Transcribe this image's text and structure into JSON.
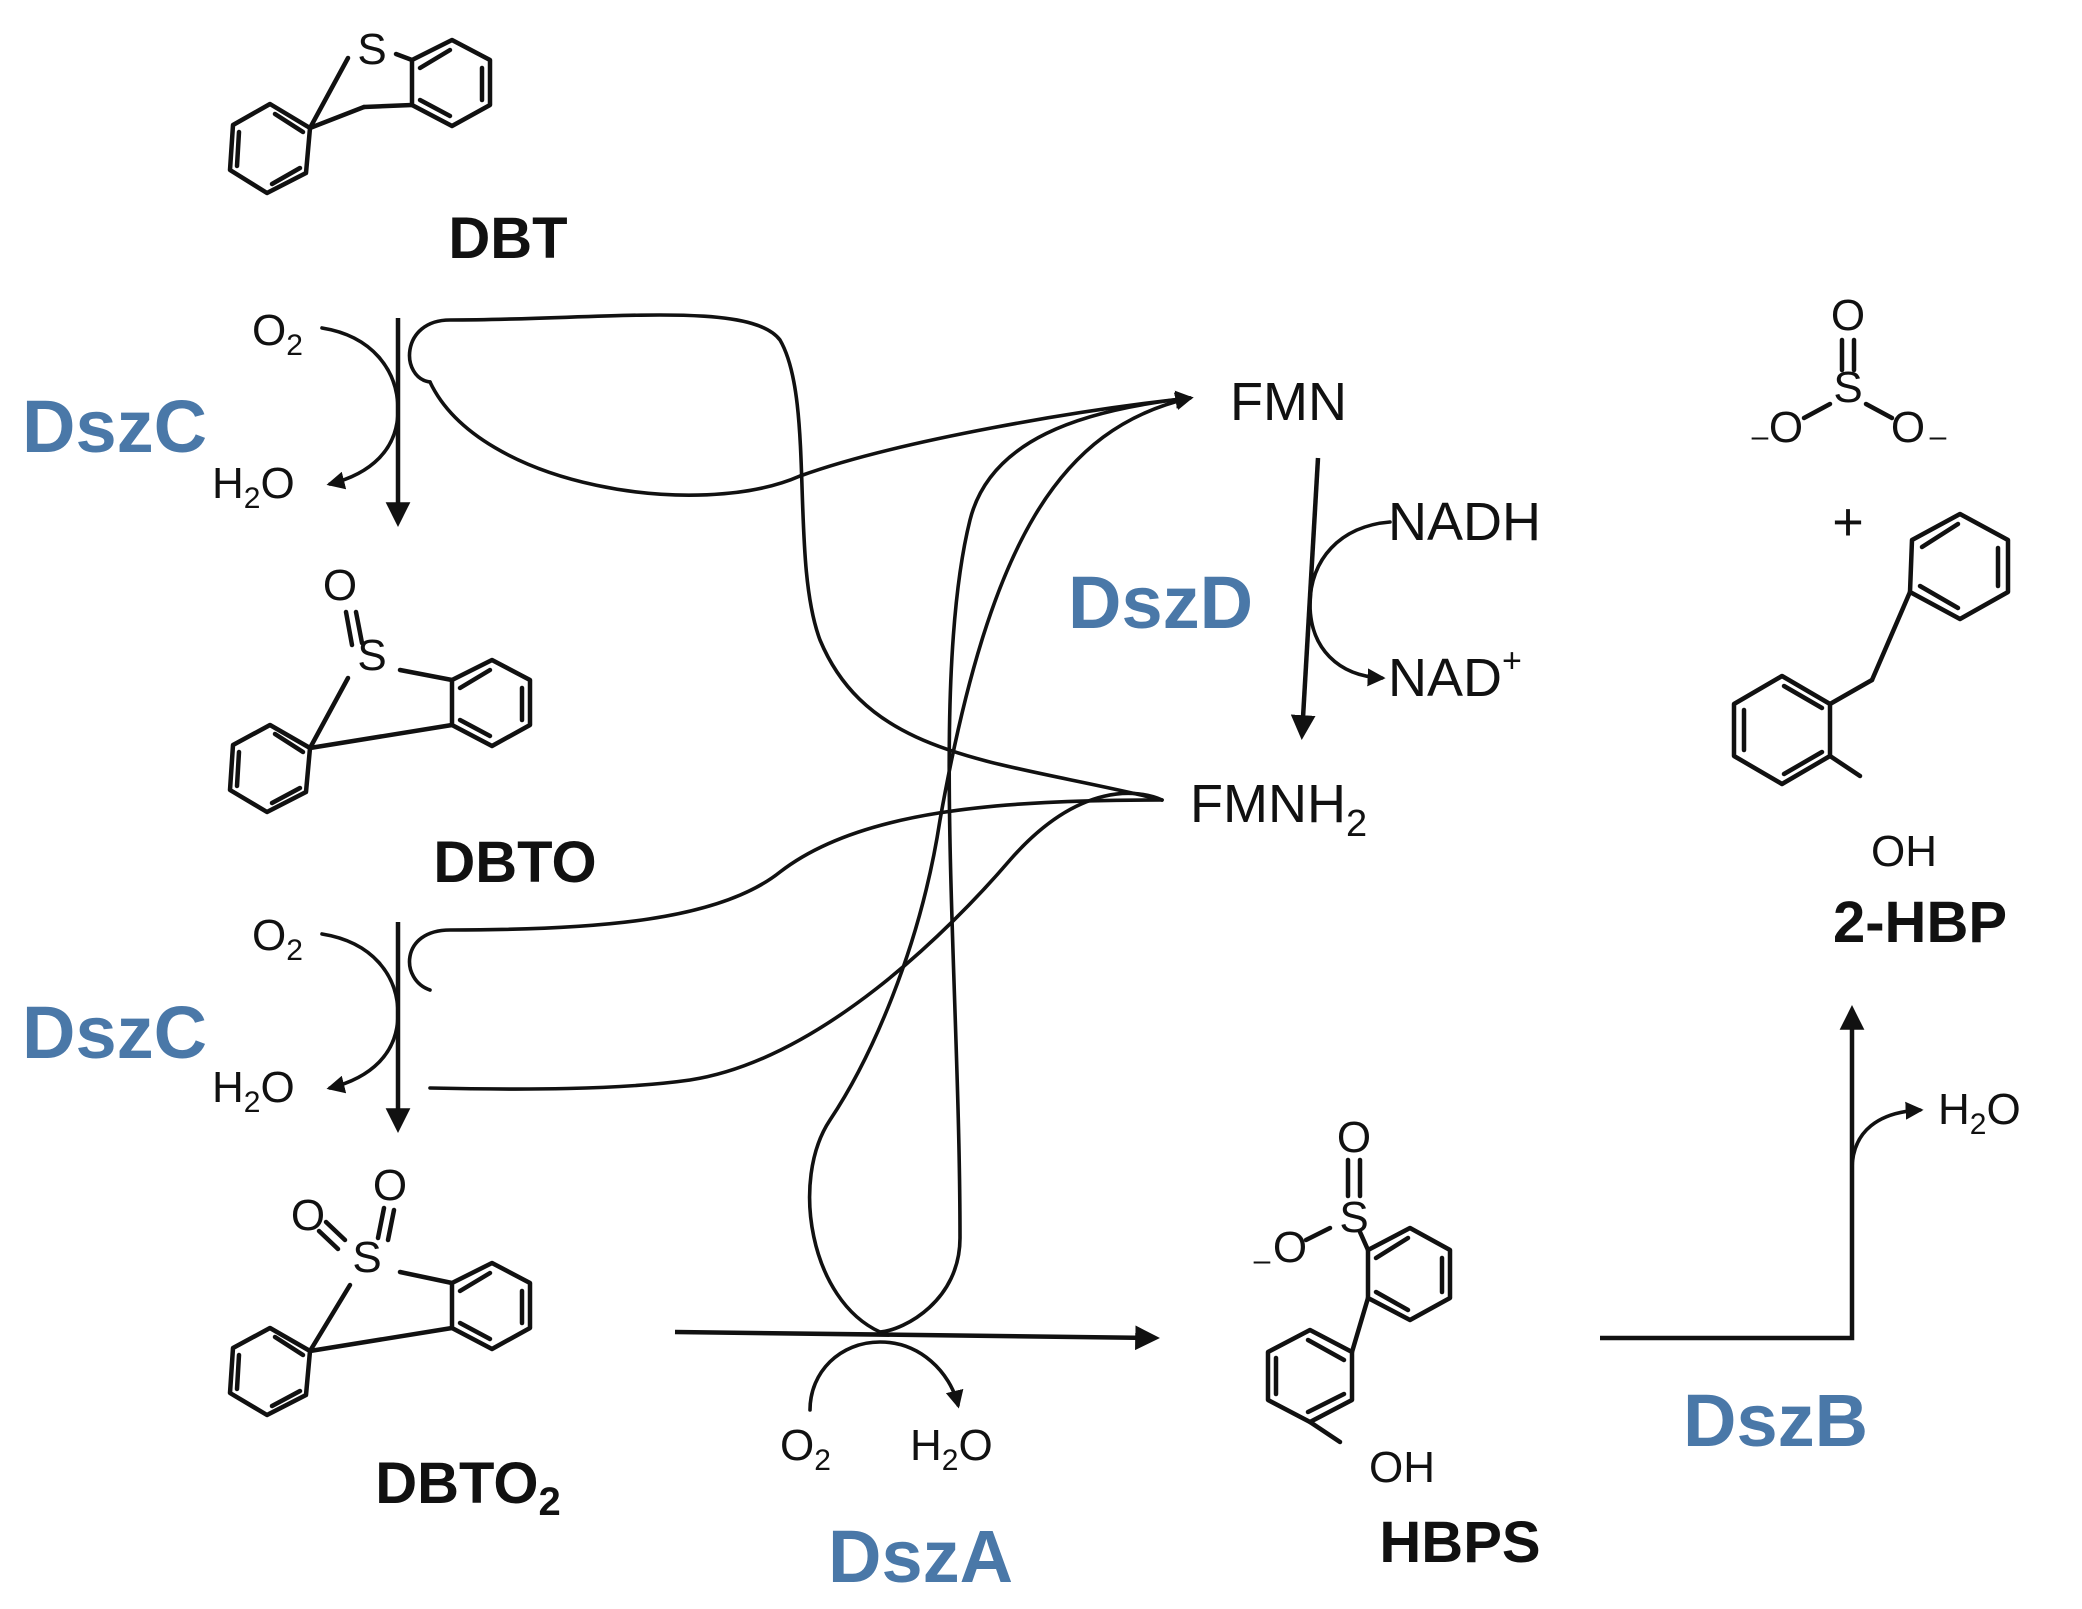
{
  "enzymes": {
    "dszc_1": "DszC",
    "dszc_2": "DszC",
    "dszd": "DszD",
    "dsza": "DszA",
    "dszb": "DszB"
  },
  "compounds": {
    "dbt": "DBT",
    "dbto": "DBTO",
    "dbto2_main": "DBTO",
    "dbto2_sub": "2",
    "hbps": "HBPS",
    "hbp": "2-HBP"
  },
  "cofactors": {
    "fmn": "FMN",
    "fmnh2_main": "FMNH",
    "fmnh2_sub": "2",
    "nadh": "NADH",
    "nad_main": "NAD",
    "nad_sup": "+"
  },
  "small_molecules": {
    "o2_main": "O",
    "o2_sub": "2",
    "h2o_h": "H",
    "h2o_sub": "2",
    "h2o_o": "O",
    "plus": "+"
  },
  "atoms": {
    "s": "S",
    "o": "O",
    "oh": "OH",
    "minus": "–"
  },
  "colors": {
    "enzyme": "#4a78a8",
    "ink": "#111111"
  }
}
